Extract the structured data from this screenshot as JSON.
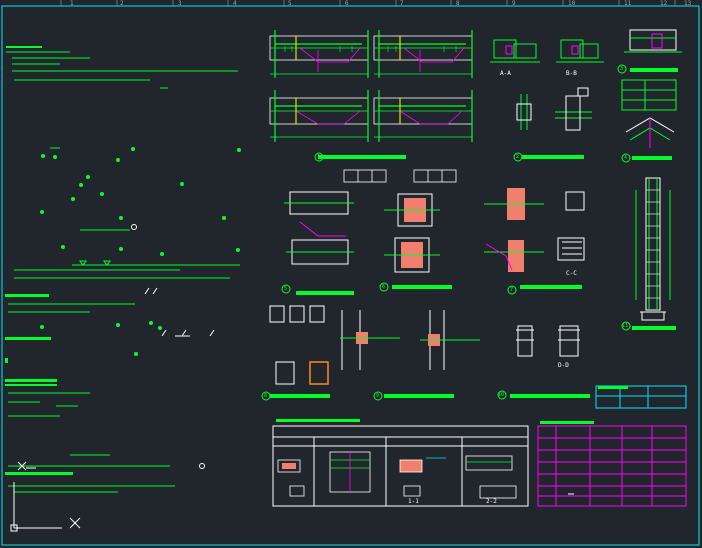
{
  "ruler": {
    "numbers": [
      "1",
      "2",
      "3",
      "4",
      "5",
      "6",
      "7",
      "8",
      "9",
      "10",
      "11",
      "12",
      "13"
    ]
  },
  "section_labels": {
    "s1": "A-A",
    "s2": "B-B",
    "s3": "C-C",
    "s4": "D-D",
    "s5": "1-1",
    "s6": "2-2"
  },
  "detail_numbers": [
    "1",
    "2",
    "3",
    "4",
    "5",
    "6",
    "7",
    "8",
    "9",
    "10",
    "11"
  ],
  "colors": {
    "background": "#21262c",
    "line": "#00ff2a",
    "text": "#ffffff",
    "magenta": "#ff00ff",
    "cyan": "#00e5ff",
    "yellow": "#ffff00",
    "salmon": "#f07f6e",
    "orange": "#ff8a1a"
  }
}
